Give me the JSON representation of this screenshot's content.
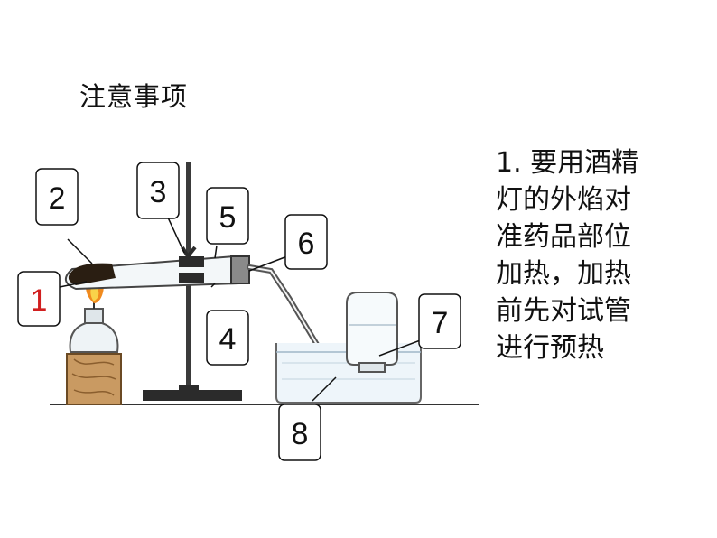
{
  "title": "注意事项",
  "note_lines": [
    "1. 要用酒精",
    "灯的外焰对",
    "准药品部位",
    "加热，加热",
    "前先对试管",
    "进行预热"
  ],
  "callouts": [
    {
      "id": "1",
      "label": "1",
      "color": "#d11f1f"
    },
    {
      "id": "2",
      "label": "2",
      "color": "#111111"
    },
    {
      "id": "3",
      "label": "3",
      "color": "#111111"
    },
    {
      "id": "4",
      "label": "4",
      "color": "#111111"
    },
    {
      "id": "5",
      "label": "5",
      "color": "#111111"
    },
    {
      "id": "6",
      "label": "6",
      "color": "#111111"
    },
    {
      "id": "7",
      "label": "7",
      "color": "#111111"
    },
    {
      "id": "8",
      "label": "8",
      "color": "#111111"
    }
  ]
}
